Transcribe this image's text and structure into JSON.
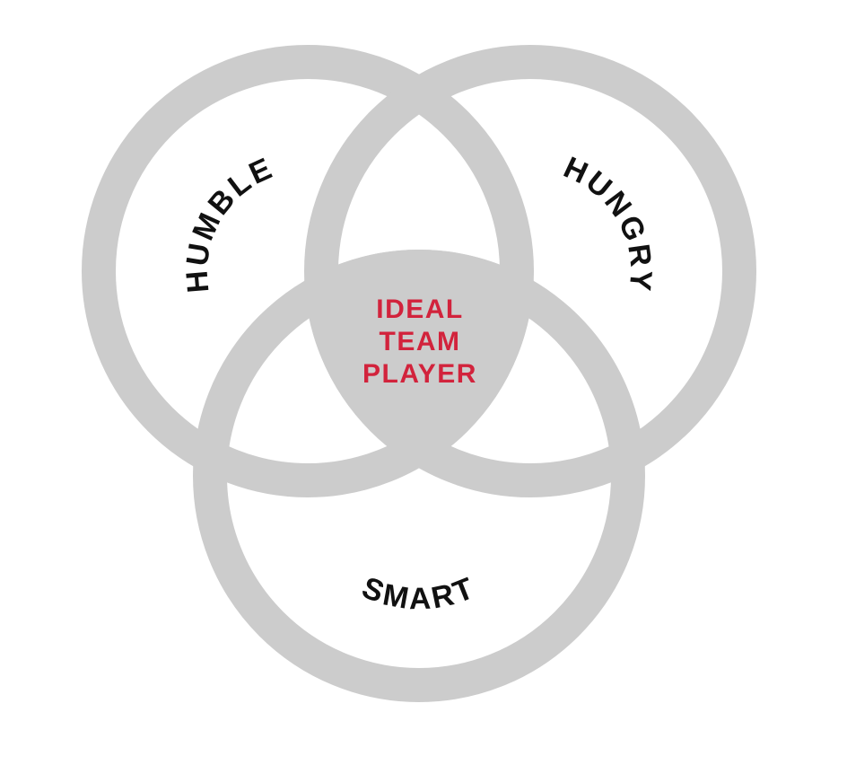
{
  "venn": {
    "center": {
      "lines": [
        "IDEAL",
        "TEAM",
        "PLAYER"
      ]
    },
    "circles": [
      {
        "id": "humble",
        "label": "HUMBLE"
      },
      {
        "id": "hungry",
        "label": "HUNGRY"
      },
      {
        "id": "smart",
        "label": "SMART"
      }
    ],
    "colors": {
      "circle_gray": "#CCCCCC",
      "center_fill_gray": "#CCCCCC",
      "label_black": "#111111",
      "center_text_red": "#D2233C",
      "background": "#FFFFFF"
    }
  }
}
